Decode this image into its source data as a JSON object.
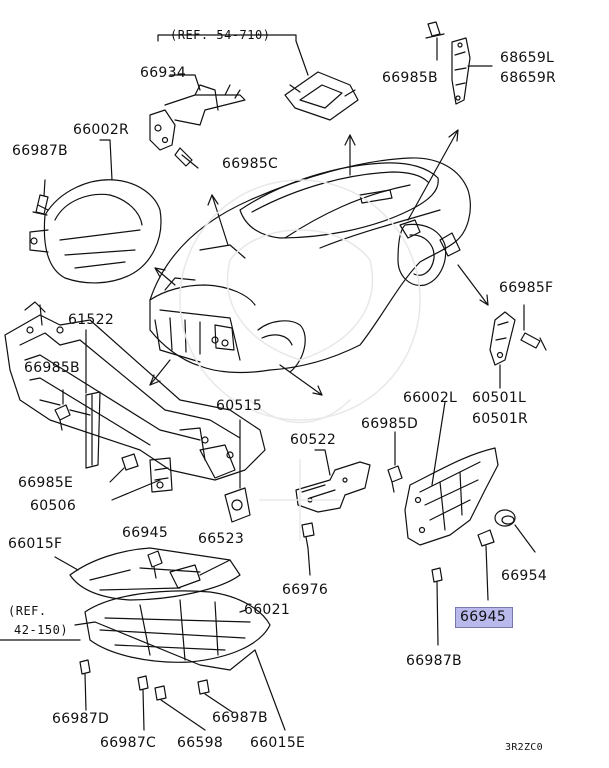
{
  "labels": {
    "ref_top": "(REF. 54-710)",
    "p66934": "66934",
    "p66002R": "66002R",
    "p66987B_top": "66987B",
    "p66985C": "66985C",
    "p66985B_top": "66985B",
    "p68659L": "68659L",
    "p68659R": "68659R",
    "p66985F": "66985F",
    "p60501L": "60501L",
    "p60501R": "60501R",
    "p61522": "61522",
    "p66985B_mid": "66985B",
    "p60515": "60515",
    "p66985E": "66985E",
    "p60506": "60506",
    "p60522": "60522",
    "p66985D": "66985D",
    "p66002L": "66002L",
    "p66945_mid": "66945",
    "p66523": "66523",
    "p66015F": "66015F",
    "p66976": "66976",
    "p66954": "66954",
    "p66945_hl": "66945",
    "ref_left_1": "(REF.",
    "ref_left_2": "42-150)",
    "p66021": "66021",
    "p66987B_bot": "66987B",
    "p66987D": "66987D",
    "p66987B_low": "66987B",
    "p66987C": "66987C",
    "p66598": "66598",
    "p66015E": "66015E",
    "code": "3R2ZC0"
  },
  "highlight_color": "#b9b9ec"
}
